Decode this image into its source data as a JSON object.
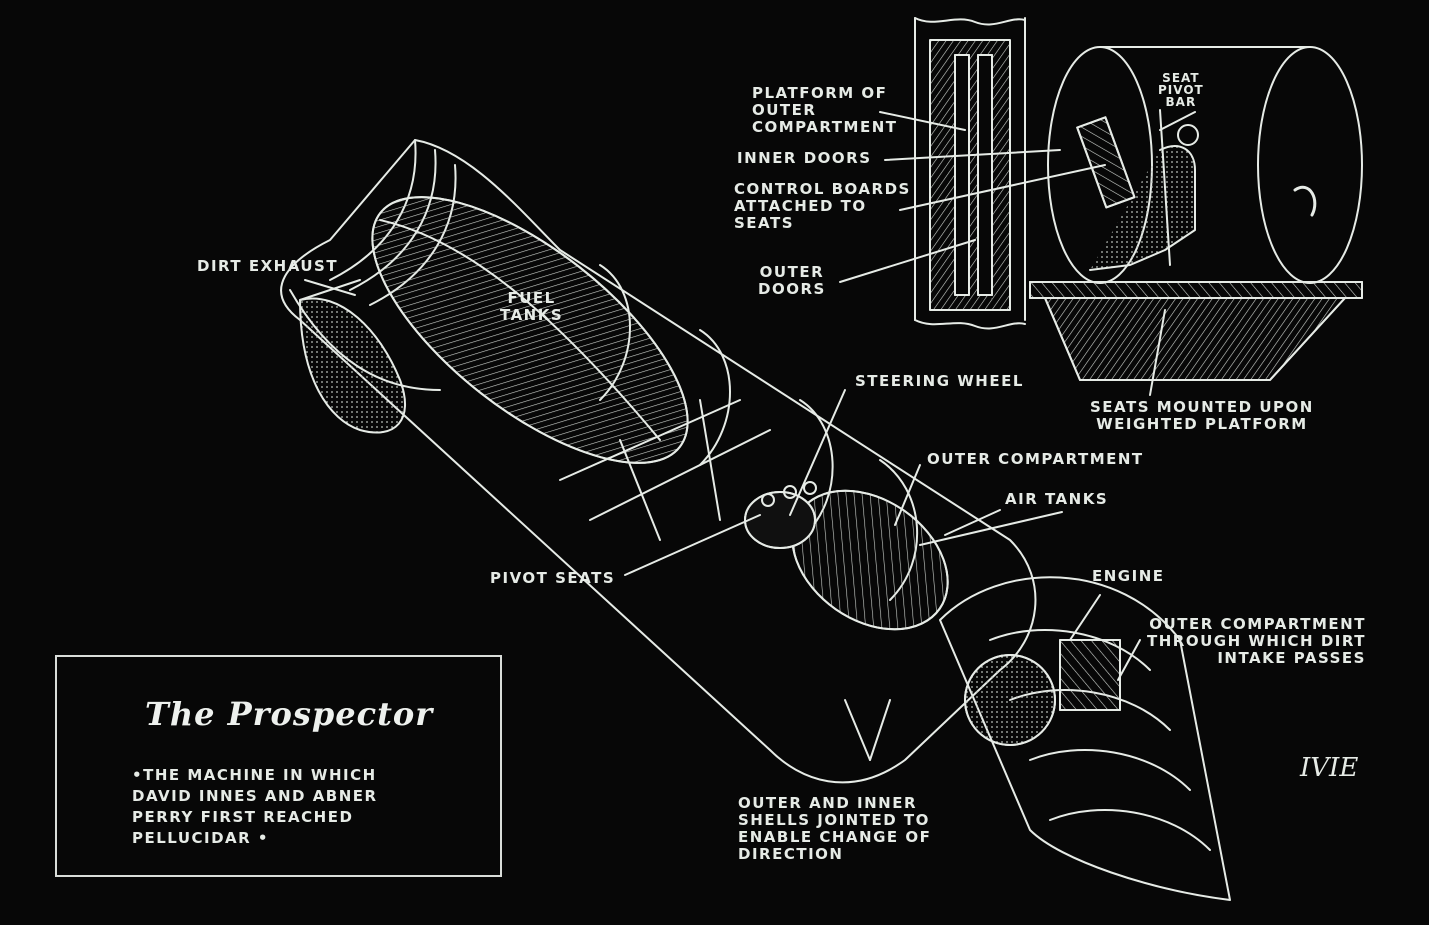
{
  "panel": {
    "title": "The Prospector",
    "description": [
      "•THE MACHINE IN WHICH",
      "DAVID INNES AND ABNER",
      "PERRY FIRST REACHED",
      "PELLUCIDAR •"
    ]
  },
  "labels": {
    "dirt_exhaust": [
      "DIRT EXHAUST"
    ],
    "fuel_tanks": [
      "FUEL",
      "TANKS"
    ],
    "steering_wheel": [
      "STEERING WHEEL"
    ],
    "outer_compartment": [
      "OUTER COMPARTMENT"
    ],
    "air_tanks": [
      "AIR TANKS"
    ],
    "pivot_seats": [
      "PIVOT SEATS"
    ],
    "engine": [
      "ENGINE"
    ],
    "outer_compartment_dirt": [
      "OUTER COMPARTMENT",
      "THROUGH WHICH DIRT",
      "INTAKE PASSES"
    ],
    "outer_inner_shells": [
      "OUTER AND INNER",
      "SHELLS JOINTED TO",
      "ENABLE CHANGE OF",
      "DIRECTION"
    ],
    "platform_outer": [
      "PLATFORM OF",
      "OUTER",
      "COMPARTMENT"
    ],
    "inner_doors": [
      "INNER DOORS"
    ],
    "control_boards": [
      "CONTROL BOARDS",
      "ATTACHED TO",
      "SEATS"
    ],
    "outer_doors": [
      "OUTER",
      "DOORS"
    ],
    "seat_pivot_bar": [
      "SEAT",
      "PIVOT",
      "BAR"
    ],
    "seats_mounted": [
      "SEATS MOUNTED UPON",
      "WEIGHTED PLATFORM"
    ]
  },
  "signature": "IVIE",
  "colors": {
    "background": "#070707",
    "ink": "#e6ebe6"
  }
}
